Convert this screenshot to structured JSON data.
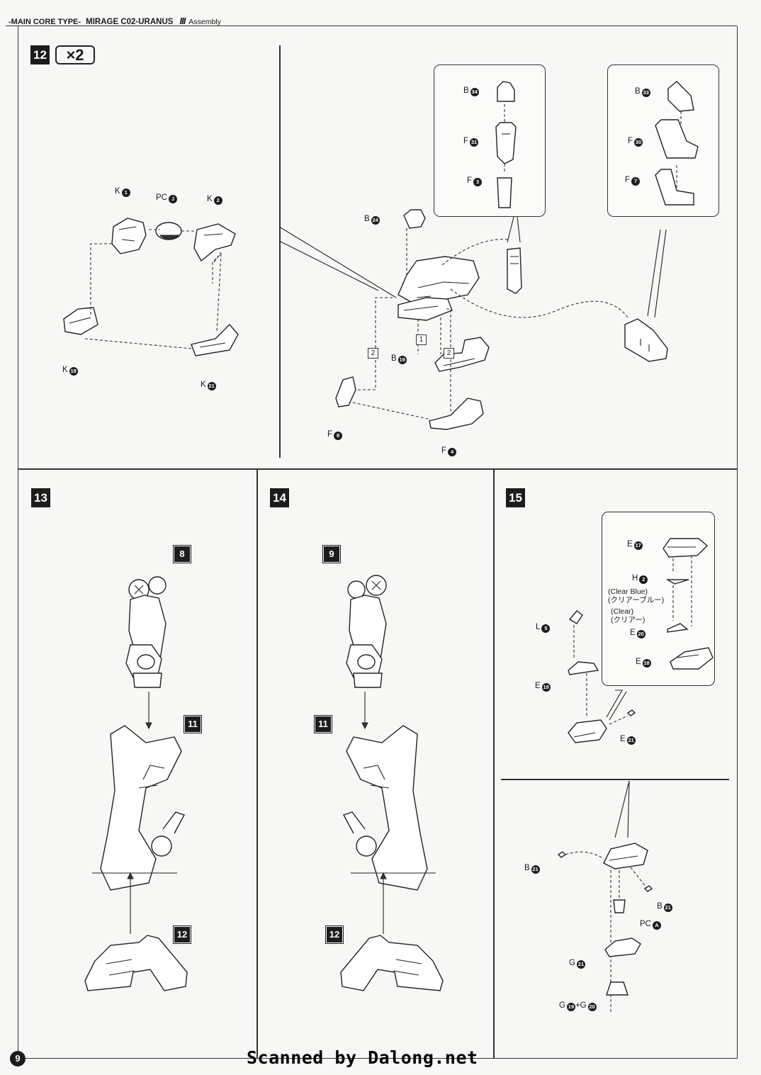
{
  "header": {
    "section": "-MAIN CORE TYPE-",
    "title": "MIRAGE C02-URANUS",
    "roman": "III",
    "subtitle": "Assembly"
  },
  "steps": {
    "s12": "12",
    "s12_mult": "×2",
    "s13": "13",
    "s14": "14",
    "s15": "15"
  },
  "step12": {
    "k1": {
      "letter": "K",
      "num": "1"
    },
    "pcj": {
      "letter": "PC",
      "num": "J"
    },
    "k2": {
      "letter": "K",
      "num": "2"
    },
    "k18": {
      "letter": "K",
      "num": "18"
    },
    "k21": {
      "letter": "K",
      "num": "21"
    },
    "b24": {
      "letter": "B",
      "num": "24"
    },
    "b19": {
      "letter": "B",
      "num": "19"
    },
    "f8": {
      "letter": "F",
      "num": "8"
    },
    "f4": {
      "letter": "F",
      "num": "4"
    },
    "order1": "1",
    "order2a": "2",
    "order2b": "2",
    "b34": {
      "letter": "B",
      "num": "34"
    },
    "f31": {
      "letter": "F",
      "num": "31"
    },
    "f3": {
      "letter": "F",
      "num": "3"
    },
    "b33": {
      "letter": "B",
      "num": "33"
    },
    "f30": {
      "letter": "F",
      "num": "30"
    },
    "f7": {
      "letter": "F",
      "num": "7"
    }
  },
  "step13": {
    "top": "8",
    "mid": "11",
    "bottom": "12"
  },
  "step14": {
    "top": "9",
    "mid": "11",
    "bottom": "12"
  },
  "step15": {
    "e17": {
      "letter": "E",
      "num": "17"
    },
    "h2": {
      "letter": "H",
      "num": "2"
    },
    "clear_blue_en": "Clear Blue",
    "clear_blue_jp": "クリアーブルー",
    "clear_en": "Clear",
    "clear_jp": "クリアー",
    "e20": {
      "letter": "E",
      "num": "20"
    },
    "e18": {
      "letter": "E",
      "num": "18"
    },
    "l5": {
      "letter": "L",
      "num": "5"
    },
    "e19": {
      "letter": "E",
      "num": "19"
    },
    "e21": {
      "letter": "E",
      "num": "21"
    },
    "b21a": {
      "letter": "B",
      "num": "21"
    },
    "b21b": {
      "letter": "B",
      "num": "21"
    },
    "pca": {
      "letter": "PC",
      "num": "A"
    },
    "g21": {
      "letter": "G",
      "num": "21"
    },
    "g19": {
      "letter": "G",
      "num": "19"
    },
    "g_plus": "+",
    "g20": {
      "letter": "G",
      "num": "20"
    }
  },
  "footer": {
    "page": "9",
    "scanned": "Scanned by Dalong.net"
  }
}
